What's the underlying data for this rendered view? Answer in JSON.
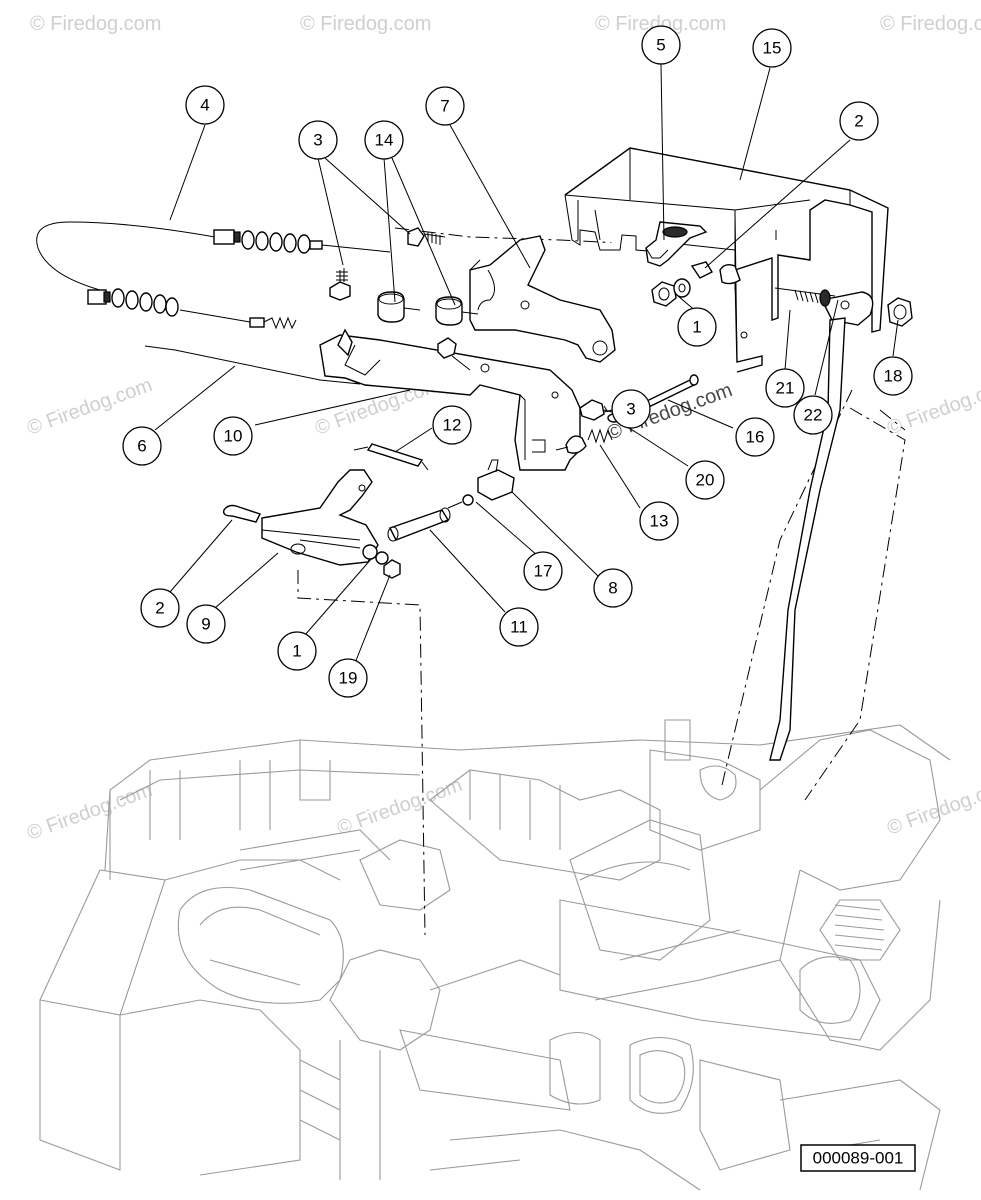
{
  "watermark": {
    "text": "© Firedog.com"
  },
  "reference_number": "000089-001",
  "callouts": [
    {
      "label": "4"
    },
    {
      "label": "3"
    },
    {
      "label": "14"
    },
    {
      "label": "7"
    },
    {
      "label": "5"
    },
    {
      "label": "15"
    },
    {
      "label": "2"
    },
    {
      "label": "1"
    },
    {
      "label": "21"
    },
    {
      "label": "22"
    },
    {
      "label": "18"
    },
    {
      "label": "3"
    },
    {
      "label": "16"
    },
    {
      "label": "20"
    },
    {
      "label": "13"
    },
    {
      "label": "12"
    },
    {
      "label": "10"
    },
    {
      "label": "6"
    },
    {
      "label": "17"
    },
    {
      "label": "8"
    },
    {
      "label": "11"
    },
    {
      "label": "2"
    },
    {
      "label": "9"
    },
    {
      "label": "1"
    },
    {
      "label": "19"
    }
  ]
}
